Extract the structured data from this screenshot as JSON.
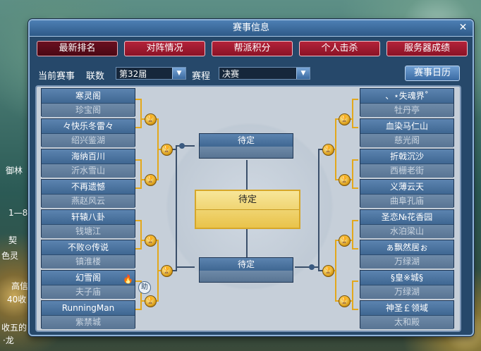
{
  "dialog": {
    "title": "赛事信息",
    "close_glyph": "✕"
  },
  "tabs": [
    {
      "label": "最新排名",
      "active": true
    },
    {
      "label": "对阵情况",
      "active": false
    },
    {
      "label": "帮派积分",
      "active": false
    },
    {
      "label": "个人击杀",
      "active": false
    },
    {
      "label": "服务器成绩",
      "active": false
    }
  ],
  "filters": {
    "current_label": "当前赛事",
    "season_label": "联数",
    "season_value": "第32届",
    "stage_label": "赛程",
    "stage_value": "决赛",
    "calendar_button": "赛事日历"
  },
  "bracket": {
    "left_teams": [
      {
        "name": "寒灵阁",
        "server": "珍宝阁"
      },
      {
        "name": "々快乐冬雷々",
        "server": "绍兴鉴湖"
      },
      {
        "name": "海纳百川",
        "server": "沂水雪山"
      },
      {
        "name": "不再遗憾",
        "server": "燕赵风云"
      },
      {
        "name": "轩辕八卦",
        "server": "钱塘江"
      },
      {
        "name": "不败⊙传说",
        "server": "镇淮楼"
      },
      {
        "name": "幻雪阁",
        "server": "夫子庙"
      },
      {
        "name": "RunningMan",
        "server": "紫禁城"
      }
    ],
    "right_teams": [
      {
        "name": "、⋆失魂界˚",
        "server": "牡丹亭"
      },
      {
        "name": "血染马仁山",
        "server": "慈光阁"
      },
      {
        "name": "折戟沉沙",
        "server": "西栅老街"
      },
      {
        "name": "义薄云天",
        "server": "曲阜孔庙"
      },
      {
        "name": "圣恋№花香园",
        "server": "水泊梁山"
      },
      {
        "name": "ぁ飘然居ぉ",
        "server": "万绿湖"
      },
      {
        "name": "§皇※城§",
        "server": "万绿湖"
      },
      {
        "name": "神圣￡领域",
        "server": "太和殿"
      }
    ],
    "semi_top": "待定",
    "semi_bottom": "待定",
    "final": "待定",
    "help_glyph": "助",
    "fire_glyph": "🔥"
  },
  "background": {
    "labels": [
      "御林",
      "1—8",
      "契",
      "色灵",
      "高信",
      "40收",
      "收五的",
      "·龙"
    ]
  },
  "colors": {
    "tab": "#b4233a",
    "accent": "#d6a72a",
    "panel": "#26486a"
  },
  "icons": {
    "trophy": "trophy-icon",
    "close": "close-icon",
    "dropdown": "chevron-down-icon"
  }
}
